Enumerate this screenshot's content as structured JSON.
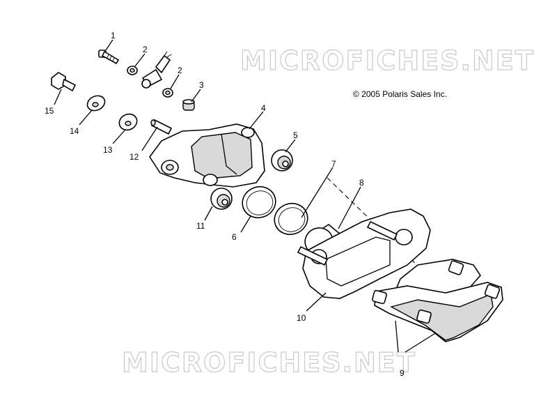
{
  "copyright": "© 2005 Polaris Sales Inc.",
  "watermark": "MICROFICHES.NET",
  "callouts": [
    "1",
    "2",
    "2",
    "3",
    "4",
    "5",
    "6",
    "7",
    "8",
    "9",
    "10",
    "11",
    "12",
    "13",
    "14",
    "15"
  ]
}
